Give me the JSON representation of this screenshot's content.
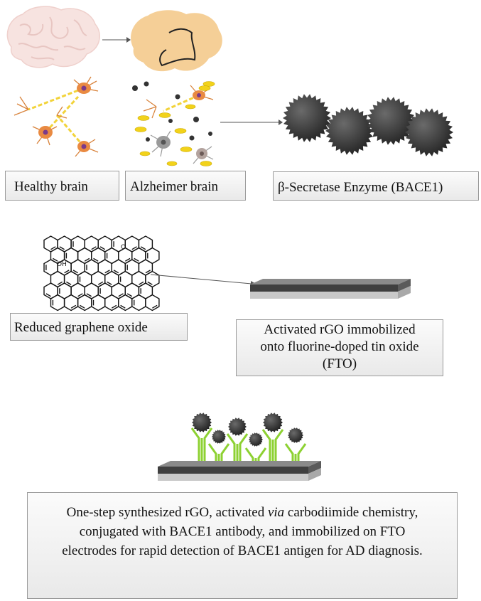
{
  "labels": {
    "healthy_brain": "Healthy brain",
    "alzheimer_brain": "Alzheimer brain",
    "bace1": "β-Secretase Enzyme (BACE1)",
    "rgo": "Reduced graphene oxide",
    "activated_line1": "Activated rGO immobilized",
    "activated_line2": "onto fluorine-doped tin oxide",
    "activated_line3": "(FTO)",
    "summary_line1_a": "One-step synthesized rGO, activated ",
    "summary_line1_via": "via",
    "summary_line1_b": " carbodiimide chemistry,",
    "summary_line2": "conjugated with BACE1 antibody, and immobilized on FTO",
    "summary_line3": "electrodes for rapid detection of BACE1 antigen for AD diagnosis."
  },
  "chem": {
    "oh": "OH",
    "o": "O"
  },
  "colors": {
    "healthy_brain": "#f7e3e0",
    "alzheimer_brain": "#f5cf97",
    "neuron_body": "#e98a42",
    "neuron_nucleus": "#7a3a8a",
    "dendrite": "#d8823a",
    "axon": "#f2d33a",
    "plaque": "#f2d21a",
    "enzyme": "#3b3b3b",
    "antibody": "#8dd132",
    "fto_top": "#4a4a4a",
    "fto_side": "#b9b9b9"
  }
}
